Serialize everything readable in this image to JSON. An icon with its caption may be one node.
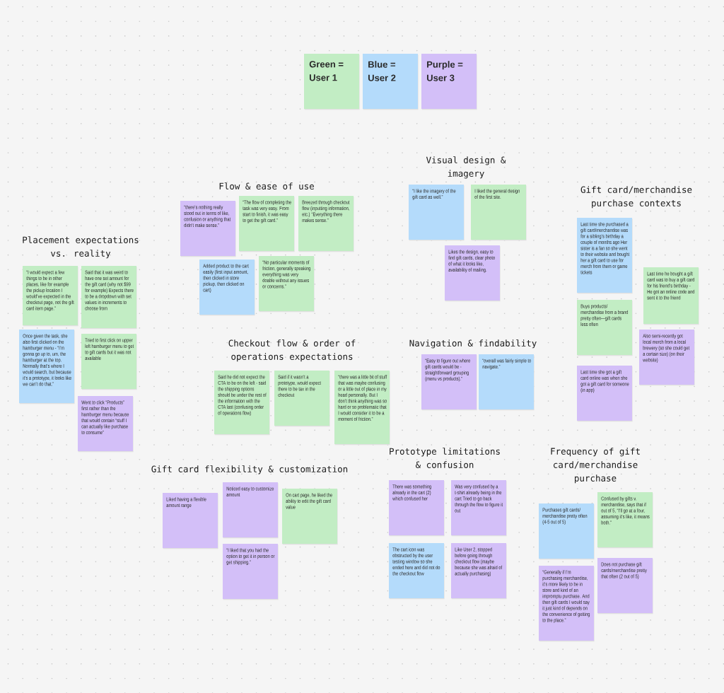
{
  "diagram": {
    "nodes": [
      {
        "text": [
          "Green = User 1"
        ]
      },
      {
        "text": [
          "Blue = User 2"
        ]
      },
      {
        "text": [
          "Purple = User 3"
        ]
      },
      {
        "text": [
          "“I would expect a few things to be in other places, like for example the pickup location I would've expected in the checkout page, not the gift card item page.”"
        ]
      },
      {
        "text": [
          "Said that it was weird to have one set amount for the gift card (why not $99 for example) Expects there to be a dropdown with set values in increments to choose from"
        ]
      },
      {
        "text": [
          "Once given the task, she also first clicked on the hamburger menu - “I'm gonna go up to, um, the hamburger at the top. Normally that's where I would search, but because it's a prototype, it looks like we can't do that.”"
        ]
      },
      {
        "text": [
          "Tried to first click on upper left hamburger menu to get to gift cards but it was not available"
        ]
      },
      {
        "text": [
          "Went to click “Products” first rather than the hamburger menu because that would contain “stuff I can actually like purchase to consume”"
        ]
      },
      {
        "text": [
          "“there's nothing really stood out in terms of like, confusion or anything that didn't make sense.”"
        ]
      },
      {
        "text": [
          "“The flow of completing the task was very easy. From start to finish, it was easy to get the gift card.”"
        ]
      },
      {
        "text": [
          "Breezed through checkout flow (inputting information, etc.) “Everything there makes sense.”"
        ]
      },
      {
        "text": [
          "Added product to the cart easily (first input amount, then clicked in store pickup, then clicked on cart)"
        ]
      },
      {
        "text": [
          "“No particular moments of friction, generally speaking everything was very doable without any issues or concerns.”"
        ]
      },
      {
        "text": [
          "Said he did not expect the CTA to be on the left - said the shipping options should be under the rest of the information with the CTA last (confusing order of operations flow)"
        ]
      },
      {
        "text": [
          "Said if it wasn't a prototype, would expect there to be tax in the checkout"
        ]
      },
      {
        "text": [
          "“there was a little bit of stuff that was maybe confusing or a little out of place in my head personally. But I don't think anything was so hard or so problematic that I would consider it to be a moment of friction.”"
        ]
      },
      {
        "text": [
          "Liked having a flexible amount range"
        ]
      },
      {
        "text": [
          "Noticed easy to customize amount"
        ]
      },
      {
        "text": [
          "“I liked that you had the option to get it in person or get shipping.”"
        ]
      },
      {
        "text": [
          "On cart page, he liked the ability to edit the gift card value"
        ]
      },
      {
        "text": [
          "“I like the imagery of the gift card as well.”"
        ]
      },
      {
        "text": [
          "I liked the general design of the first site."
        ]
      },
      {
        "text": [
          "Likes the design, easy to find gift cards, clear photo of what it looks like, availability of mailing."
        ]
      },
      {
        "text": [
          "“Easy to figure out where gift cards would be - straightforward grouping (menu vs products).”"
        ]
      },
      {
        "text": [
          "“overall was fairly simple to navigate.”"
        ]
      },
      {
        "text": [
          "Last time she purchased a gift card/merchandise was for a sibling's birthday a couple of months ago Her sister is a fan so she went to their website and bought her a gift card to use for merch from them or game tickets"
        ]
      },
      {
        "text": [
          "Buys products/ merchandise from a brand pretty often—gift cards less often"
        ]
      },
      {
        "text": [
          "Last time she got a gift card online was when she got a gift card for someone (in app)"
        ]
      },
      {
        "text": [
          "Last time he bought a gift card was to buy a gift card for his friend's birthday - He got an online code and sent it to the friend"
        ]
      },
      {
        "text": [
          "Also semi-recently got local merch from a local brewery (so she could get a certain size) (on their website)"
        ]
      },
      {
        "text": [
          "There was something already in the cart (2) which confused her"
        ]
      },
      {
        "text": [
          "Was very confused by a t-shirt already being in the cart Tried to go back through the flow to figure it out"
        ]
      },
      {
        "text": [
          "The cart icon was obstructed by the user testing window so she ended here and did not do the checkout flow"
        ]
      },
      {
        "text": [
          "Like User 2, stopped before going through checkout flow (maybe because she was afraid of actually purchasing)"
        ]
      },
      {
        "text": [
          "Purchases gift cards/ merchandise pretty often (4-5 out of 5)"
        ]
      },
      {
        "text": [
          "Confused by gifts v. merchandise, says that if out of 5, “I'll go at a four, assuming it's like, it means both.”"
        ]
      },
      {
        "text": [
          "“Generally if I'm purchasing merchandise, it's more likely to be in store and kind of an impromptu purchase. And then gift cards I would say it just kind of depends on the convenience of getting to the place.”"
        ]
      },
      {
        "text": [
          "Does not purchase gift cards/merchandise pretty that often (2 out of 5)"
        ]
      }
    ],
    "labels": [
      "Placement expectations vs. reality",
      "Flow & ease of use",
      "Checkout flow & order of operations expectations",
      "Gift card flexibility & customization",
      "Visual design & imagery",
      "Navigation & findability",
      "Gift card/merchandise purchase contexts",
      "Prototype limitations & confusion",
      "Frequency of gift card/merchandise purchase"
    ]
  }
}
